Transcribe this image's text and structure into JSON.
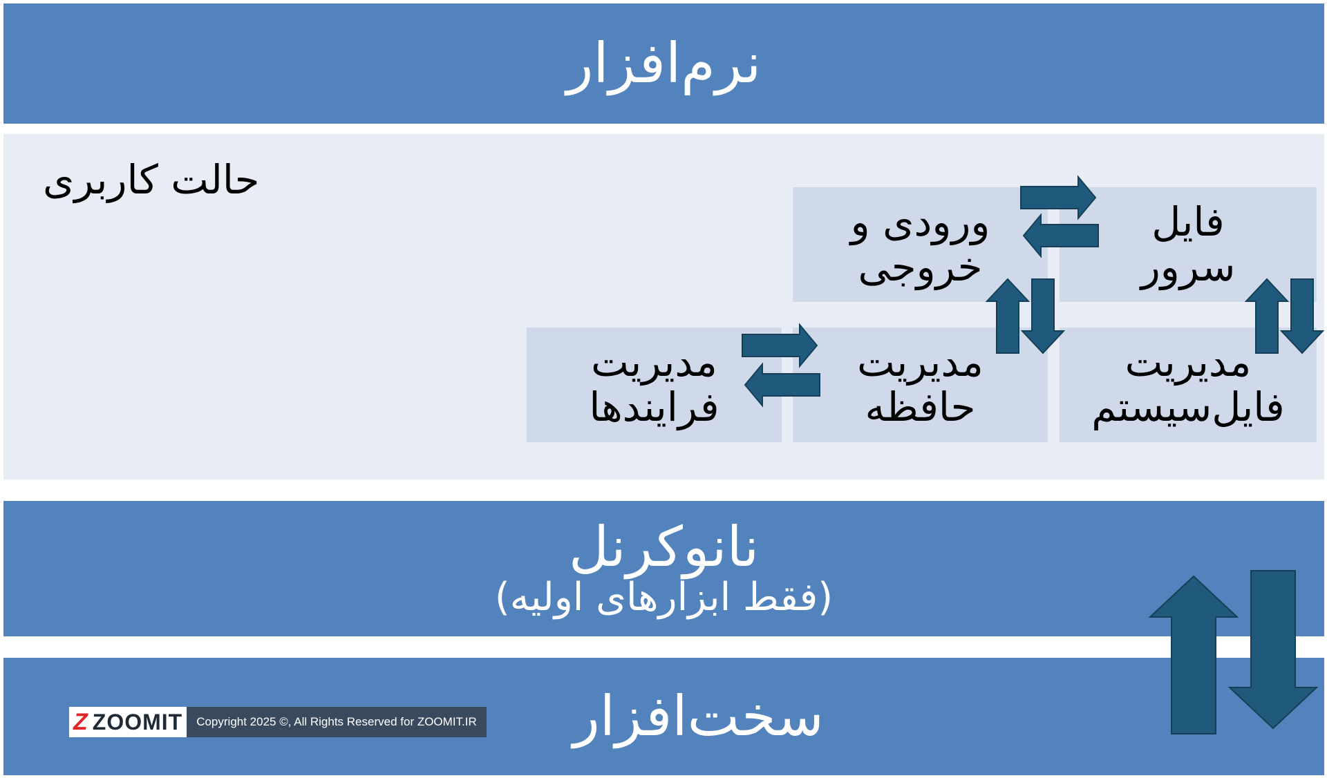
{
  "top_band": {
    "title": "نرم‌افزار"
  },
  "user_mode": {
    "label": "حالت کاربری"
  },
  "services": {
    "io": {
      "line1": "ورودی و",
      "line2": "خروجی"
    },
    "file_server": {
      "line1": "فایل",
      "line2": "سرور"
    },
    "process_management": {
      "line1": "مدیریت",
      "line2": "فرایندها"
    },
    "memory_management": {
      "line1": "مدیریت",
      "line2": "حافظه"
    },
    "filesystem_management": {
      "line1": "مدیریت",
      "line2": "فایل‌سیستم"
    }
  },
  "nanokernel_band": {
    "title": "نانوکرنل",
    "subtitle": "(فقط ابزارهای اولیه)"
  },
  "hardware_band": {
    "title": "سخت‌افزار"
  },
  "watermark": {
    "brand": "ZOOMIT",
    "copyright": "Copyright 2025 ©, All Rights Reserved for ZOOMIT.IR"
  },
  "colors": {
    "band_blue": "#5383bc",
    "user_region_bg": "#e8edf5",
    "box_bg": "#cfd9ea",
    "arrow_fill": "#1f5a7c",
    "arrow_stroke": "#163f57"
  }
}
